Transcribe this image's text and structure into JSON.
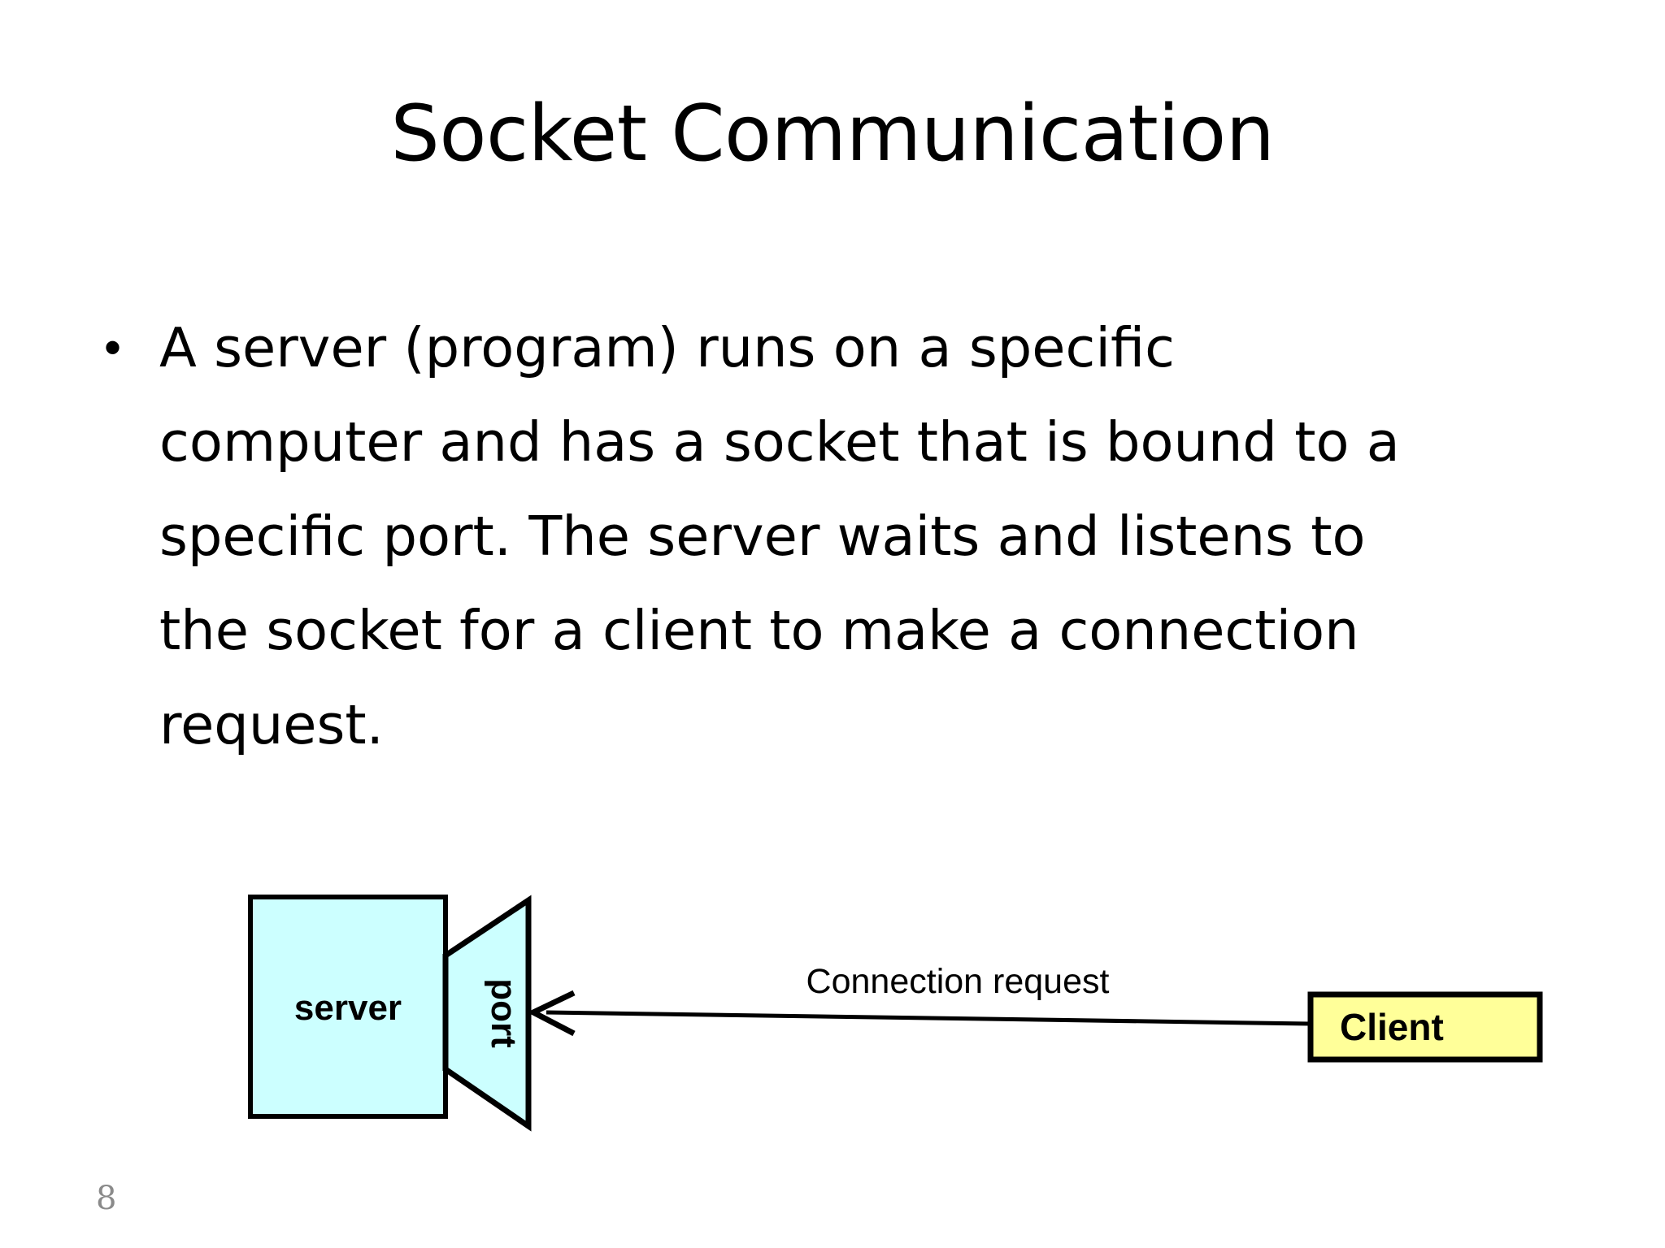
{
  "slide": {
    "title": "Socket Communication",
    "page_number": "8",
    "background_color": "#FFFFFF",
    "page_number_color": "#8A8A8A"
  },
  "body": {
    "bullet_glyph": "•",
    "paragraph": "A server (program) runs on a specific computer and has a socket that is bound to a specific port. The server waits and listens to the socket for a client to make a connection request.",
    "lines": [
      "A server (program) runs on a specific",
      "computer and has a socket that is bound to a",
      "specific port. The server waits and listens to",
      "the socket for a client to make a connection",
      "request."
    ]
  },
  "diagram": {
    "server_box": {
      "label": "server",
      "fill": "#CCFFFF",
      "stroke": "#000000"
    },
    "port_shape": {
      "label": "port",
      "fill": "#CCFFFF",
      "stroke": "#000000",
      "orientation": "vertical-rotated"
    },
    "client_box": {
      "label": "Client",
      "fill": "#FFFF99",
      "stroke": "#000000"
    },
    "connection_arrow": {
      "label": "Connection request",
      "direction": "client-to-server",
      "stroke": "#000000"
    }
  }
}
